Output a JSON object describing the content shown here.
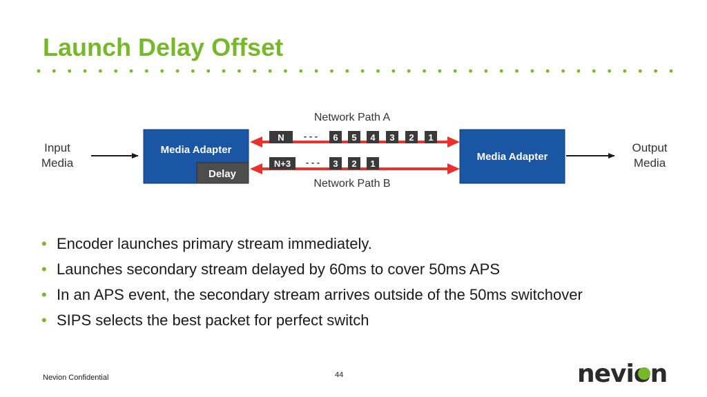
{
  "slide": {
    "title": "Launch Delay Offset",
    "bullets": [
      "Encoder launches primary stream immediately.",
      "Launches secondary stream delayed by 60ms to cover 50ms APS",
      "In an APS event, the secondary stream arrives outside of the 50ms switchover",
      "SIPS selects the best packet for perfect switch"
    ],
    "footer": "Nevion Confidential",
    "page_number": "44",
    "logo_text": "nevion"
  },
  "diagram": {
    "input_label_line1": "Input",
    "input_label_line2": "Media",
    "output_label_line1": "Output",
    "output_label_line2": "Media",
    "left_adapter_label": "Media Adapter",
    "right_adapter_label": "Media Adapter",
    "delay_label": "Delay",
    "path_a_label": "Network Path A",
    "path_b_label": "Network Path B",
    "path_a_packets": [
      "N",
      "- - -",
      "6",
      "5",
      "4",
      "3",
      "2",
      "1"
    ],
    "path_b_packets": [
      "N+3",
      "- - -",
      "3",
      "2",
      "1"
    ],
    "colors": {
      "adapter_blue": "#1a56a3",
      "delay_gray": "#4d4d4d",
      "arrow_red": "#e8322b",
      "packet_dark": "#3a3a3a",
      "accent_green": "#76b82a"
    }
  }
}
